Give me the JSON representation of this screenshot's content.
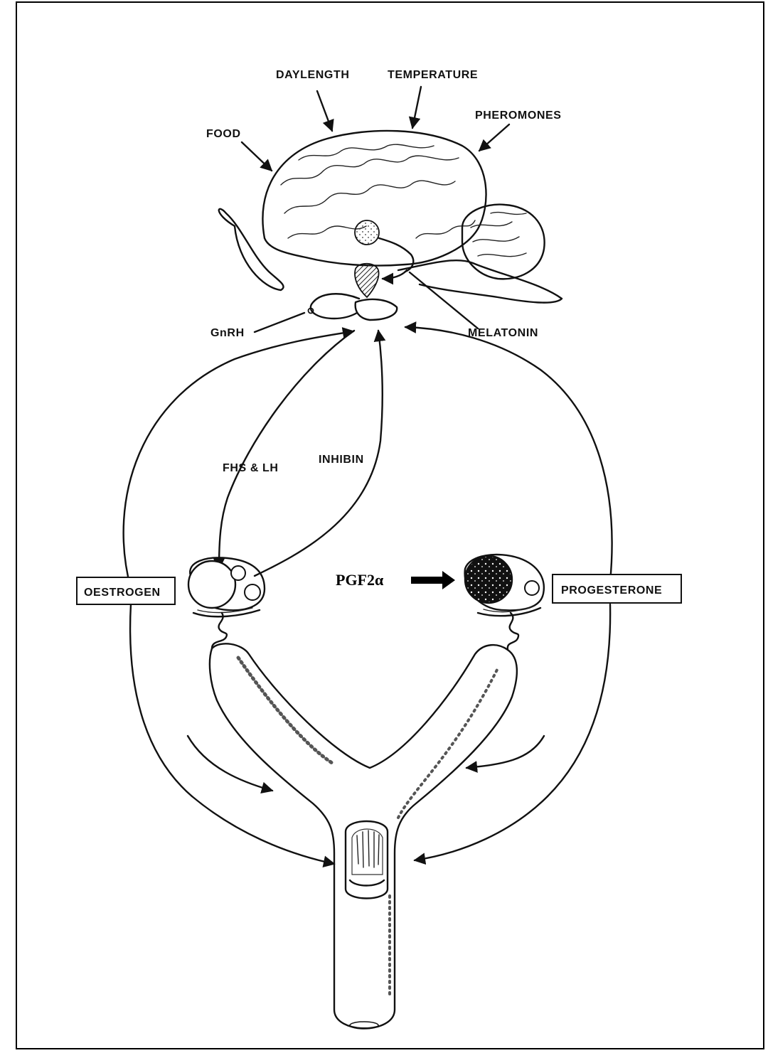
{
  "labels": {
    "daylength": "DAYLENGTH",
    "temperature": "TEMPERATURE",
    "food": "FOOD",
    "pheromones": "PHEROMONES",
    "gnrh": "GnRH",
    "melatonin": "MELATONIN",
    "fhs_lh": "FHS & LH",
    "inhibin": "INHIBIN",
    "oestrogen": "OESTROGEN",
    "progesterone": "PROGESTERONE",
    "pgf2a": "PGF2α"
  }
}
